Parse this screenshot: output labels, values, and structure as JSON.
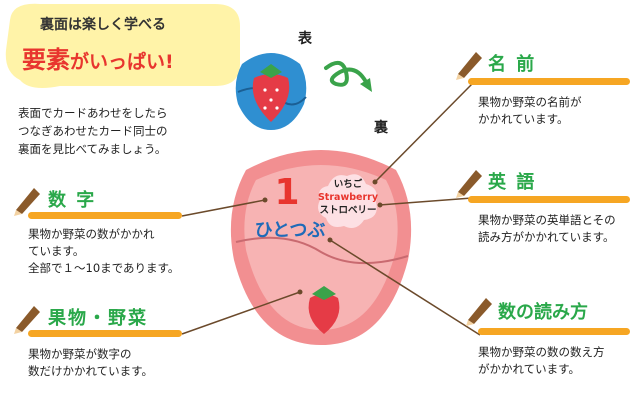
{
  "bubble": {
    "line1": "裏面は楽しく学べる",
    "big": "要素",
    "rest": "がいっぱい",
    "mark": "!"
  },
  "intro": {
    "lines": [
      "表面でカードあわせをしたら",
      "つなぎあわせたカード同士の",
      "裏面を見比べてみましょう。"
    ]
  },
  "labels": {
    "front": "表",
    "back": "裏"
  },
  "card": {
    "number": "1",
    "reading": "ひとつぶ",
    "name_ja": "いちご",
    "name_en": "Strawberry",
    "name_kana": "ストロベリー"
  },
  "sections": {
    "number": {
      "title": "数 字",
      "lines": [
        "果物か野菜の数がかかれ",
        "ています。",
        "全部で１～10まであります。"
      ]
    },
    "fruit": {
      "title": "果物・野菜",
      "lines": [
        "果物か野菜が数字の",
        "数だけかかれています。"
      ]
    },
    "name": {
      "title": "名 前",
      "lines": [
        "果物か野菜の名前が",
        "かかれています。"
      ]
    },
    "english": {
      "title": "英 語",
      "lines": [
        "果物か野菜の英単語とその",
        "読み方がかかれています。"
      ]
    },
    "counting": {
      "title": "数の読み方",
      "lines": [
        "果物か野菜の数の数え方",
        "がかかれています。"
      ]
    }
  },
  "colors": {
    "accent": "#f6a623",
    "title_green": "#2aa84a",
    "red": "#e8352e",
    "card_pink": "#f28f91",
    "bubble": "#fff3a8"
  }
}
